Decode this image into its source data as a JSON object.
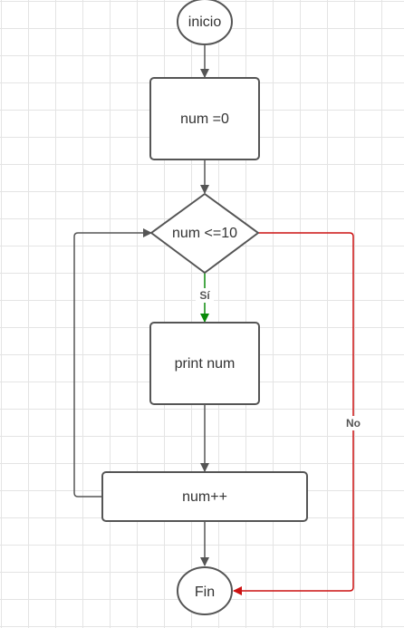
{
  "flowchart": {
    "nodes": {
      "start": "inicio",
      "init": "num =0",
      "condition": "num <=10",
      "print": "print num",
      "increment": "num++",
      "end": "Fin"
    },
    "edge_labels": {
      "yes": "Sí",
      "no": "No"
    },
    "colors": {
      "shape_stroke": "#555555",
      "text": "#333333",
      "yes_edge": "#0a8a0a",
      "no_edge": "#cc1111",
      "grid": "#e4e4e4"
    }
  }
}
